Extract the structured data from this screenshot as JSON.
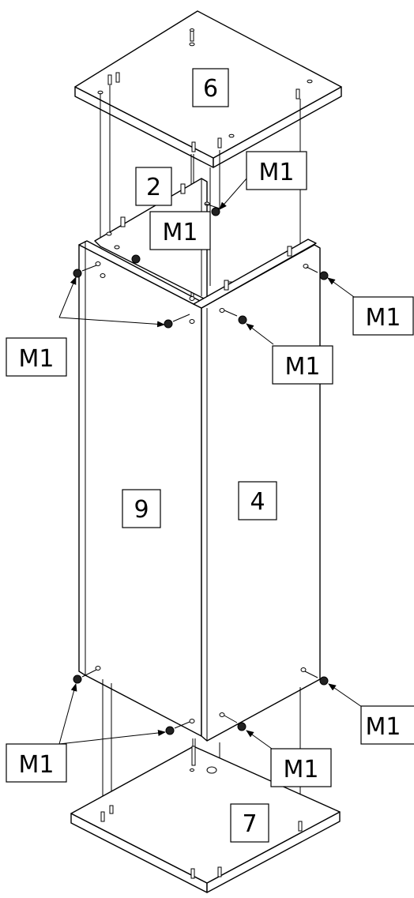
{
  "diagram": {
    "parts": {
      "top_panel": "6",
      "back_panel": "2",
      "left_panel": "9",
      "right_panel": "4",
      "bottom_panel": "7"
    },
    "fittings": [
      "M1",
      "M1",
      "M1",
      "M1",
      "M1",
      "M1",
      "M1",
      "M1",
      "M1",
      "M1"
    ]
  }
}
